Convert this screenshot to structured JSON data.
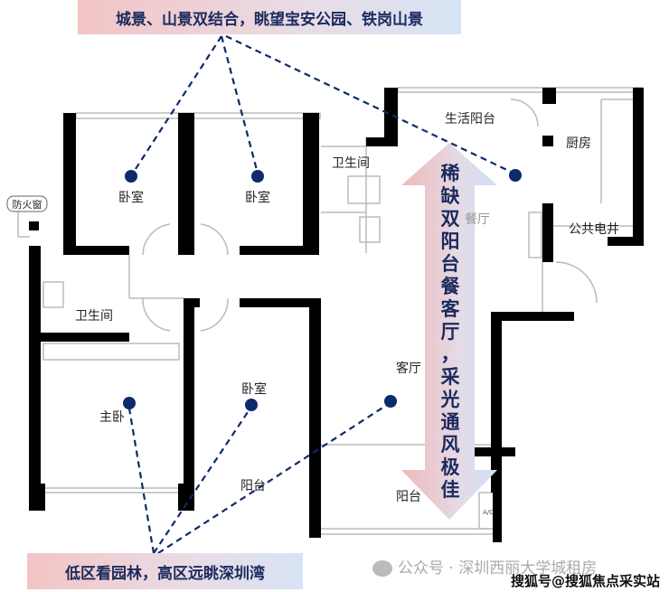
{
  "banners": {
    "top": "城景、山景双结合，眺望宝安公园、铁岗山景",
    "bottom": "低区看园林，高区远眺深圳湾"
  },
  "arrow_text": [
    "稀",
    "缺",
    "双",
    "阳",
    "台",
    "餐",
    "客",
    "厅",
    "，",
    "采",
    "光",
    "通",
    "风",
    "极",
    "佳"
  ],
  "rooms": {
    "bedroom_1": "卧室",
    "bedroom_2": "卧室",
    "bath_upper": "卫生间",
    "service_balcony": "生活阳台",
    "kitchen": "厨房",
    "dining": "餐厅",
    "public_shaft": "公共电井",
    "bath_left": "卫生间",
    "master": "主卧",
    "bedroom_3": "卧室",
    "living": "客厅",
    "balcony_left": "阳台",
    "balcony_right": "阳台",
    "fire_window": "防火窗",
    "ac": "A/C"
  },
  "watermark": {
    "source": "公众号 · 深圳西丽大学城租房",
    "sohu": "搜狐号@搜狐焦点采实站"
  },
  "colors": {
    "navy": "#0d2a6b",
    "wall": "#000000"
  }
}
